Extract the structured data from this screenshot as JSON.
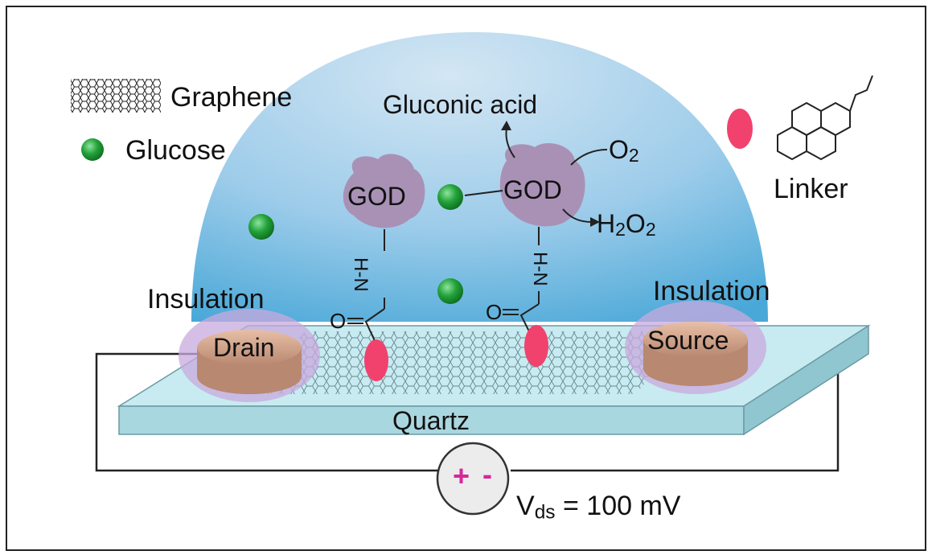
{
  "legend": {
    "graphene": "Graphene",
    "glucose": "Glucose",
    "linker": "Linker"
  },
  "molecules": {
    "gluconic_acid": "Gluconic acid",
    "god_left": "GOD",
    "god_right": "GOD",
    "o2_main": "O",
    "o2_sub": "2",
    "h2o2_h": "H",
    "h2o2_2a": "2",
    "h2o2_o": "O",
    "h2o2_2b": "2",
    "nh_left": "H-N",
    "nh_right": "H-N",
    "o_left": "O",
    "o_right": "O"
  },
  "device": {
    "insulation_left": "Insulation",
    "insulation_right": "Insulation",
    "drain": "Drain",
    "source": "Source",
    "substrate": "Quartz"
  },
  "circuit": {
    "plus": "+",
    "minus": "-",
    "v_main": "V",
    "v_sub": "ds",
    "v_value": " = 100 mV"
  },
  "colors": {
    "dome_top": "#bcd6ea",
    "dome_bottom": "#4aa8d8",
    "quartz": "#b9e3e9",
    "god": "#a991b6",
    "glucose": "#1e9a35",
    "linker": "#f0426d",
    "electrode": "#d6a48c",
    "insulation": "#c8a9dd",
    "battery_sign": "#d6279d"
  }
}
